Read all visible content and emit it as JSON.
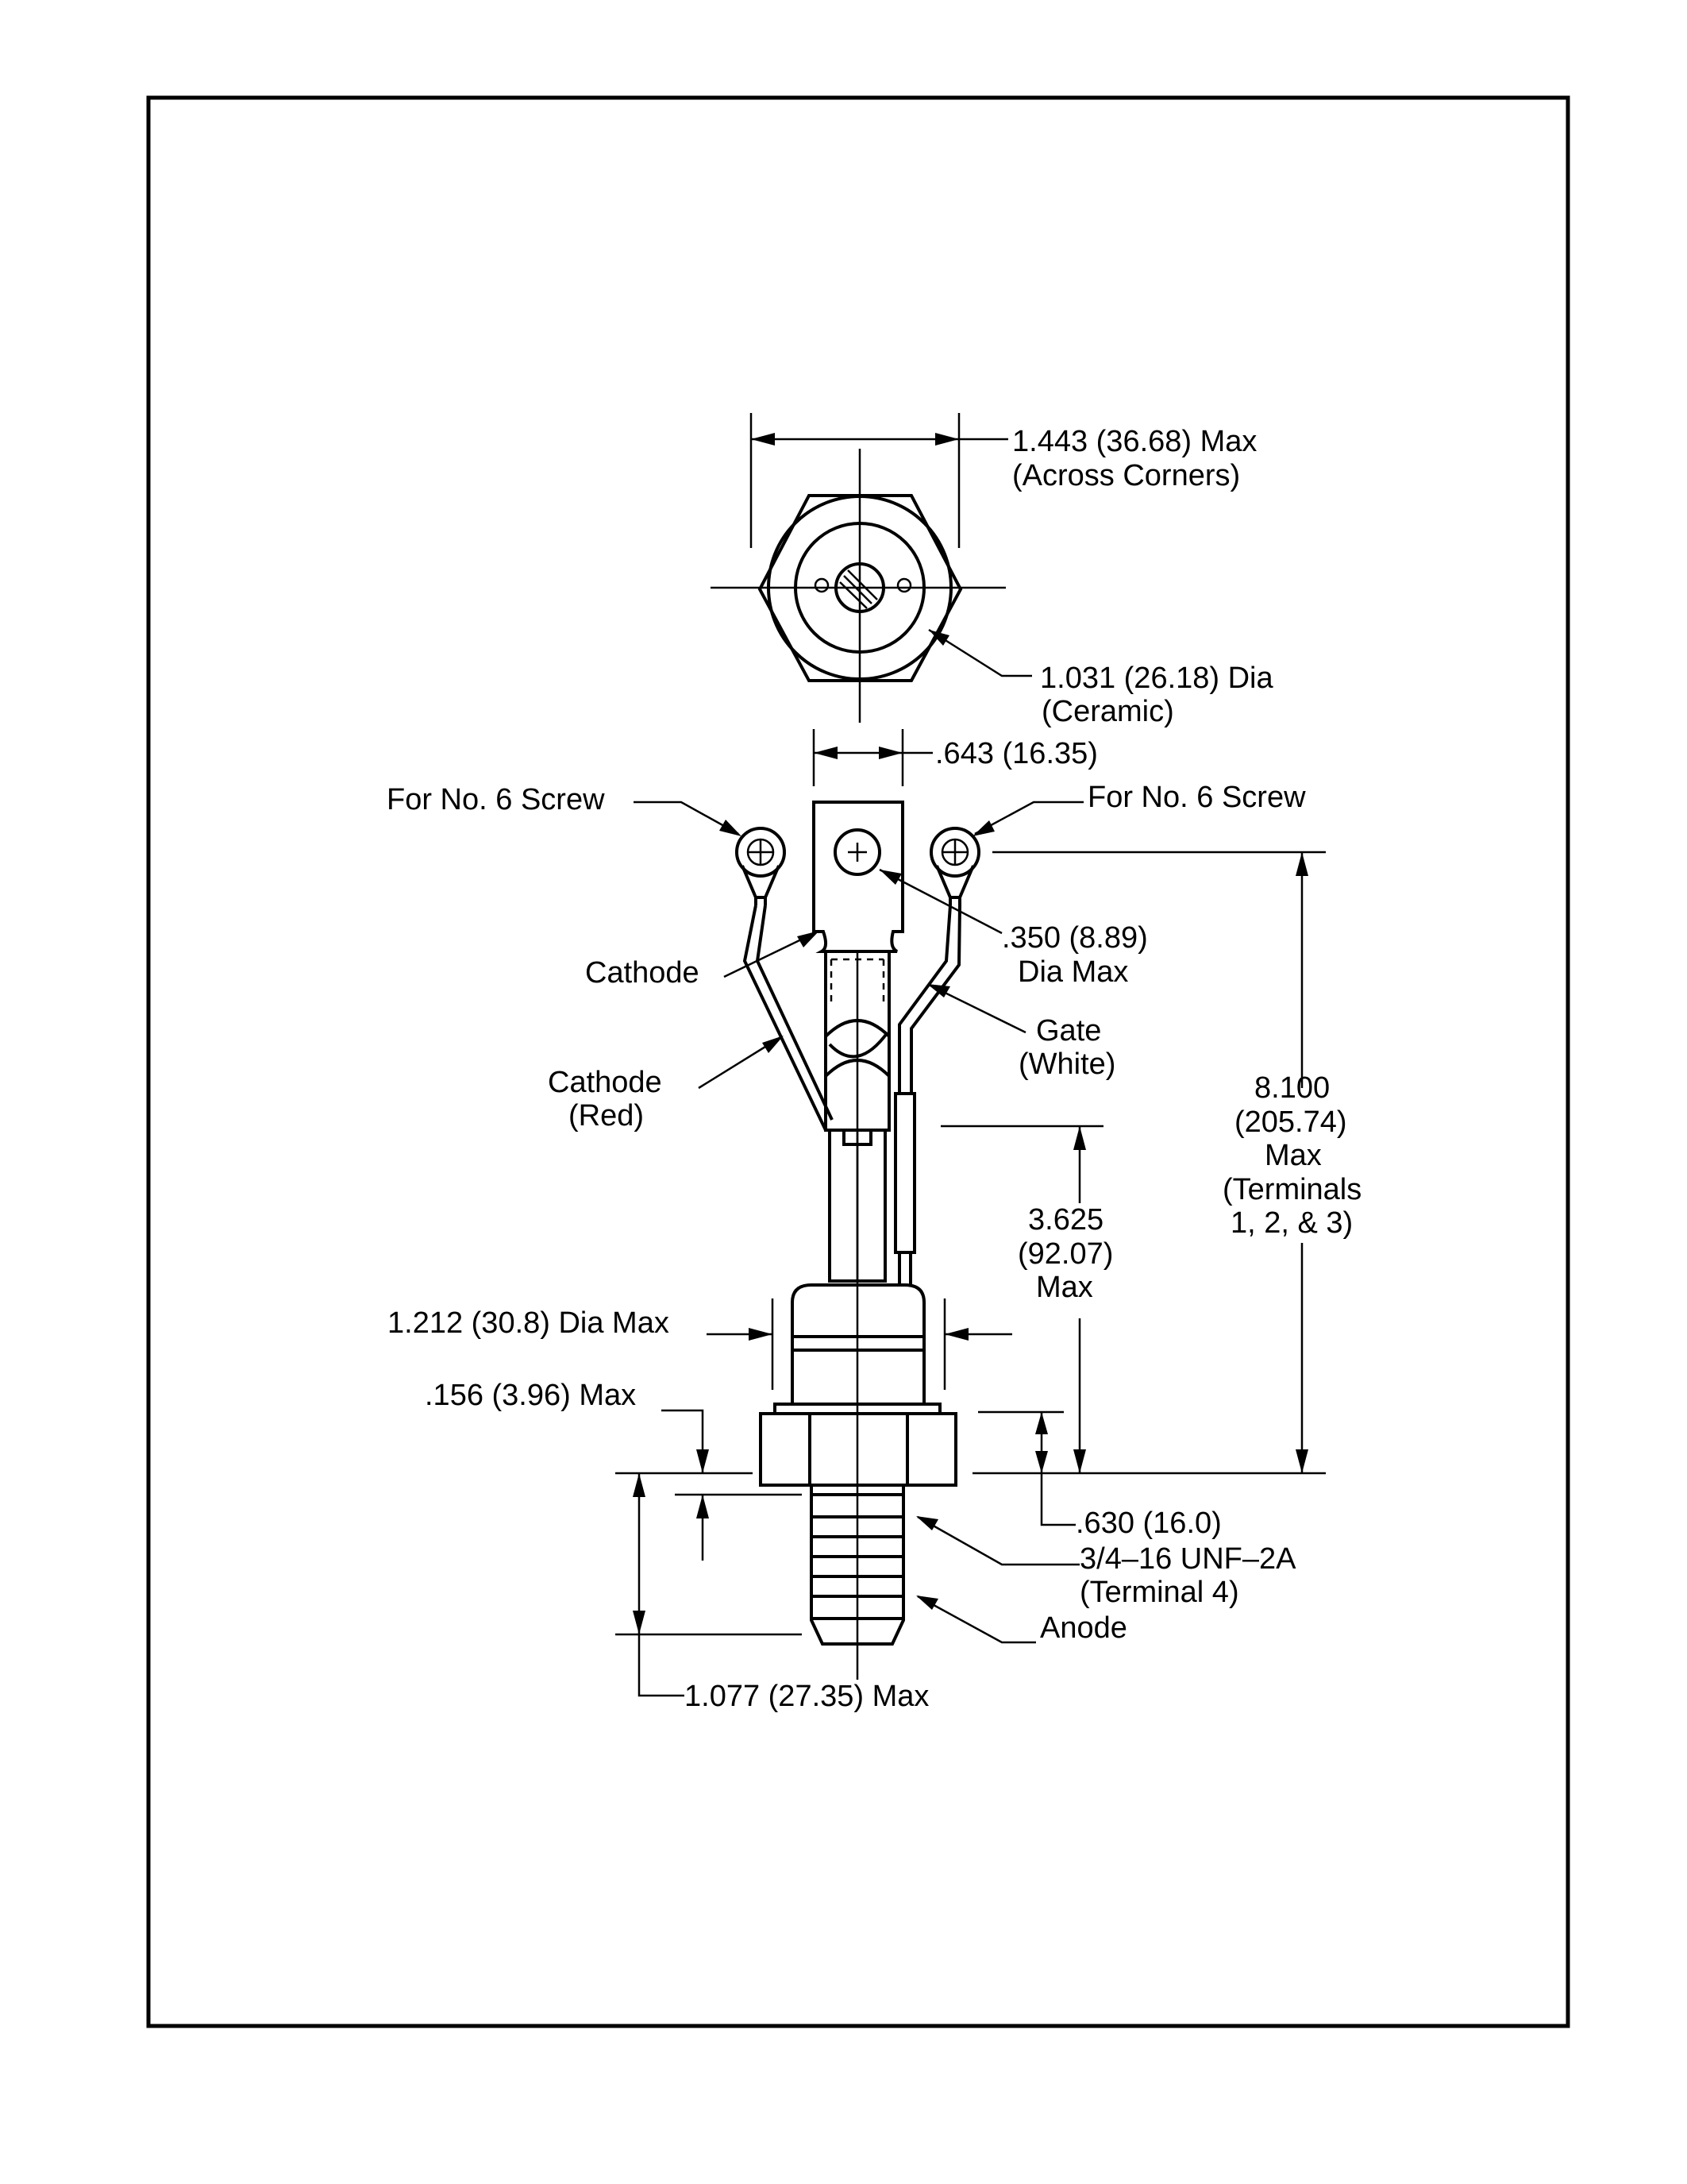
{
  "labels": {
    "across_corners_line1": "1.443 (36.68) Max",
    "across_corners_line2": "(Across Corners)",
    "ceramic_line1": "1.031 (26.18) Dia",
    "ceramic_line2": "(Ceramic)",
    "lug_width": ".643 (16.35)",
    "screw_left": "For No. 6 Screw",
    "screw_right": "For No. 6 Screw",
    "hole_line1": ".350 (8.89)",
    "hole_line2": "Dia Max",
    "cathode": "Cathode",
    "cathode_red_line1": "Cathode",
    "cathode_red_line2": "(Red)",
    "gate_line1": "Gate",
    "gate_line2": "(White)",
    "overall_line1": "8.100",
    "overall_line2": "(205.74)",
    "overall_line3": "Max",
    "overall_line4": "(Terminals",
    "overall_line5": "1, 2, & 3)",
    "lead_line1": "3.625",
    "lead_line2": "(92.07)",
    "lead_line3": "Max",
    "body_dia": "1.212 (30.8) Dia Max",
    "flange": ".156 (3.96) Max",
    "hex_height": ".630 (16.0)",
    "thread_line1": "3/4–16 UNF–2A",
    "thread_line2": "(Terminal 4)",
    "anode": "Anode",
    "stud_length": "1.077 (27.35) Max"
  }
}
